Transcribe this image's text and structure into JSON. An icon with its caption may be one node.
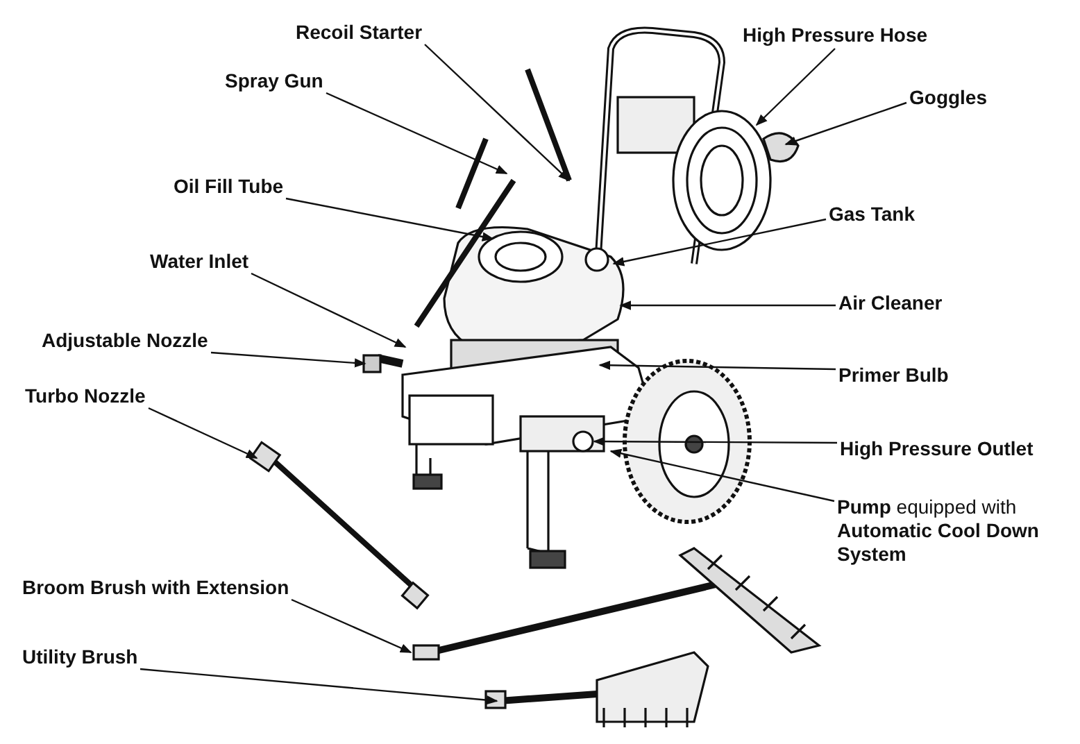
{
  "diagram": {
    "nodes": [
      {
        "text": [
          "Recoil Starter"
        ]
      },
      {
        "text": [
          "Spray Gun"
        ]
      },
      {
        "text": [
          "Oil Fill Tube"
        ]
      },
      {
        "text": [
          "Water Inlet"
        ]
      },
      {
        "text": [
          "Adjustable Nozzle"
        ]
      },
      {
        "text": [
          "Turbo Nozzle"
        ]
      },
      {
        "text": [
          "Broom Brush with Extension"
        ]
      },
      {
        "text": [
          "Utility Brush"
        ]
      },
      {
        "text": [
          "High Pressure Hose"
        ]
      },
      {
        "text": [
          "Goggles"
        ]
      },
      {
        "text": [
          "Gas Tank"
        ]
      },
      {
        "text": [
          "Air Cleaner"
        ]
      },
      {
        "text": [
          "Primer Bulb"
        ]
      },
      {
        "text": [
          "High Pressure Outlet"
        ]
      },
      {
        "text": [
          "**Pump** equipped with **Automatic Cool Down System**"
        ]
      }
    ],
    "edges": [
      {
        "from": 0,
        "to": null,
        "arrow": "to"
      },
      {
        "from": 1,
        "to": null,
        "arrow": "to"
      },
      {
        "from": 2,
        "to": null,
        "arrow": "to"
      },
      {
        "from": 3,
        "to": null,
        "arrow": "to"
      },
      {
        "from": 4,
        "to": null,
        "arrow": "to"
      },
      {
        "from": 5,
        "to": null,
        "arrow": "to"
      },
      {
        "from": 6,
        "to": null,
        "arrow": "to"
      },
      {
        "from": 7,
        "to": null,
        "arrow": "to"
      },
      {
        "from": 8,
        "to": null,
        "arrow": "to"
      },
      {
        "from": 9,
        "to": null,
        "arrow": "to"
      },
      {
        "from": 10,
        "to": null,
        "arrow": "to"
      },
      {
        "from": 11,
        "to": null,
        "arrow": "to"
      },
      {
        "from": 12,
        "to": null,
        "arrow": "to"
      },
      {
        "from": 13,
        "to": null,
        "arrow": "to"
      },
      {
        "from": 14,
        "to": null,
        "arrow": "to"
      }
    ]
  }
}
